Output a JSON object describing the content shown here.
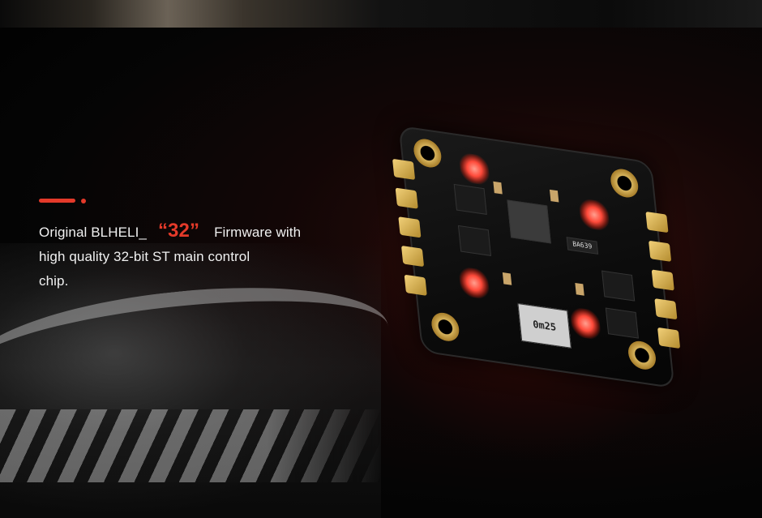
{
  "text": {
    "line1_before": "Original BLHELI_",
    "line1_highlight": "“32”",
    "line1_after": "Firmware with",
    "line2": "high quality 32-bit ST main control",
    "line3": "chip."
  },
  "board": {
    "inductor_label": "0m25",
    "ic_label": "BA639"
  },
  "colors": {
    "accent": "#e43a2a",
    "text": "#f0f0f0",
    "background": "#000000",
    "gold_pad": "#d6b35c",
    "led_glow": "#ff4a3a"
  },
  "icons": [
    "accent-line-decoration",
    "esc-board-photo",
    "race-track-background"
  ]
}
